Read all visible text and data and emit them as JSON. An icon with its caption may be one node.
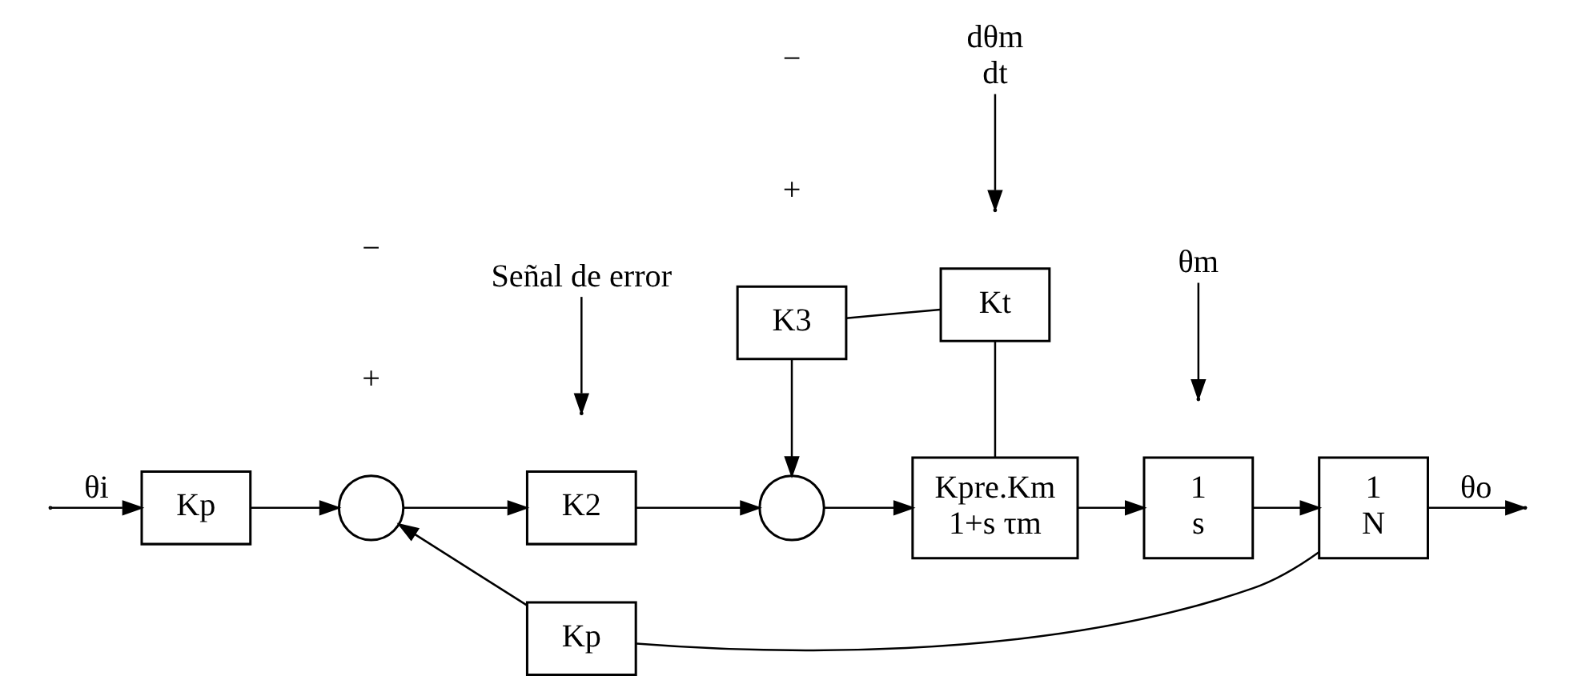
{
  "diagram": {
    "nodes": [
      {
        "text": [
          "Kp"
        ]
      },
      {
        "text": [],
        "shape": "circle"
      },
      {
        "text": [
          "K2"
        ]
      },
      {
        "text": [],
        "shape": "circle"
      },
      {
        "text": [
          "Kpre.Km",
          "1+s τm"
        ]
      },
      {
        "text": [
          "1",
          "s"
        ]
      },
      {
        "text": [
          "1",
          "N"
        ]
      },
      {
        "text": [
          "K3"
        ]
      },
      {
        "text": [
          "Kt"
        ]
      },
      {
        "text": [
          "Kp"
        ]
      },
      {
        "text": [
          "Señal de error"
        ]
      },
      {
        "text": [
          "dθm",
          "dt"
        ]
      },
      {
        "text": [
          "θm"
        ]
      }
    ],
    "edges": [
      {
        "from": null,
        "to": 0,
        "arrow": "to",
        "label": "θi"
      },
      {
        "from": 0,
        "to": 1,
        "arrow": "to"
      },
      {
        "from": 1,
        "to": 2,
        "arrow": "to"
      },
      {
        "from": 2,
        "to": 3,
        "arrow": "to"
      },
      {
        "from": 3,
        "to": 4,
        "arrow": "to"
      },
      {
        "from": 4,
        "to": 5,
        "arrow": "to"
      },
      {
        "from": 5,
        "to": 6,
        "arrow": "to"
      },
      {
        "from": 6,
        "to": null,
        "arrow": "to",
        "label": "θo"
      },
      {
        "from": 4,
        "to": 8,
        "arrow": "none"
      },
      {
        "from": 8,
        "to": 7,
        "arrow": "none"
      },
      {
        "from": 7,
        "to": 3,
        "arrow": "to"
      },
      {
        "from": 6,
        "to": 9,
        "arrow": "none"
      },
      {
        "from": 9,
        "to": 1,
        "arrow": "to"
      },
      {
        "from": 10,
        "to": null,
        "arrow": "to"
      },
      {
        "from": 11,
        "to": null,
        "arrow": "to"
      },
      {
        "from": 12,
        "to": null,
        "arrow": "to"
      }
    ],
    "labels": [
      "+",
      "−",
      "+",
      "−"
    ]
  }
}
